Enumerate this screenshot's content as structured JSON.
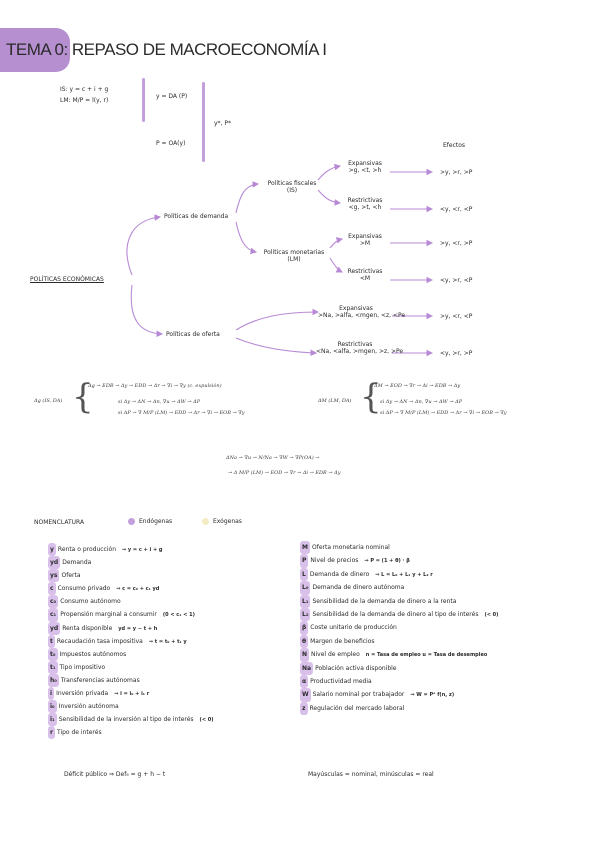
{
  "header": {
    "title": "TEMA 0: REPASO DE MACROECONOMÍA I"
  },
  "models": {
    "is": "IS: y = c + i + g",
    "lm": "LM: M/P = l(y, r)",
    "da": "y = DA (P)",
    "oa": "P = OA(y)",
    "eq": "y*, P*"
  },
  "tree": {
    "root": "POLÍTICAS ECONÓMICAS",
    "demand": "Políticas de demanda",
    "supply": "Políticas de oferta",
    "fiscal": [
      "Políticas fiscales",
      "(IS)"
    ],
    "monetary": [
      "Políticas monetarias",
      "(LM)"
    ],
    "effects_header": "Efectos",
    "leaves": [
      {
        "l1": "Expansivas",
        "l2": ">g, <t, >h",
        "effect": ">y, >r, >P"
      },
      {
        "l1": "Restrictivas",
        "l2": "<g, >t, <h",
        "effect": "<y, <r, <P"
      },
      {
        "l1": "Expansivas",
        "l2": ">M",
        "effect": ">y, <r, >P"
      },
      {
        "l1": "Restrictivas",
        "l2": "<M",
        "effect": "<y, >r, <P"
      },
      {
        "l1": "Expansivas",
        "l2": ">Na, >alfa, <mgen, <z, <Pe",
        "effect": ">y, <r, <P"
      },
      {
        "l1": "Restrictivas",
        "l2": "<Na, <alfa, >mgen, >z, >Pe",
        "effect": "<y, >r, >P"
      }
    ]
  },
  "formulas": {
    "fiscal_label": "Δg (IS, DA)",
    "fiscal_lines": [
      "Δg → EDB → Δy → EDD → Δr → ∇i → ∇y (c. expulsión)",
      "si Δy → ΔN → Δn, ∇u → ΔW → ΔP",
      "si ΔP → ∇ M/P (LM) → EDD → Δr → ∇i → EOB → ∇y"
    ],
    "monetary_label": "ΔM (LM, DA)",
    "monetary_lines": [
      "ΔM → EOD → ∇r → Δi → EDB → Δy",
      "si Δy → ΔN → Δn, ∇u → ΔW → ΔP",
      "si ΔP → ∇ M/P (LM) → EDD → Δr → ∇i → EOB → ∇y"
    ],
    "supply_lines": [
      "ΔNa → ∇u → N/Na → ∇W → ∇P(OA) →",
      "→ Δ M/P (LM) → EOD → ∇r → Δi → EDB → Δy"
    ]
  },
  "nomenclature": {
    "title": "NOMENCLATURA",
    "endogenous": "Endógenas",
    "exogenous": "Exógenas",
    "endo_color": "#c39fdb",
    "exo_color": "#f3ecc4",
    "left": [
      {
        "sym": "y",
        "text": "Renta o producción",
        "note": "⇒ y = c + i + g"
      },
      {
        "sym": "yd",
        "text": "Demanda",
        "note": ""
      },
      {
        "sym": "ys",
        "text": "Oferta",
        "note": ""
      },
      {
        "sym": "c",
        "text": "Consumo privado",
        "note": "⇒ c = c₀ + c₁ yd"
      },
      {
        "sym": "c₀",
        "text": "Consumo autónomo",
        "note": ""
      },
      {
        "sym": "c₁",
        "text": "Propensión marginal a consumir",
        "note": "(0 < c₁ < 1)"
      },
      {
        "sym": "yd",
        "text": "Renta disponible",
        "note": "yd = y − t + h"
      },
      {
        "sym": "t",
        "text": "Recaudación tasa impositiva",
        "note": "⇒ t = t₀ + t₁ y"
      },
      {
        "sym": "t₀",
        "text": "Impuestos autónomos",
        "note": ""
      },
      {
        "sym": "t₁",
        "text": "Tipo impositivo",
        "note": ""
      },
      {
        "sym": "h₀",
        "text": "Transferencias autónomas",
        "note": ""
      },
      {
        "sym": "i",
        "text": "Inversión privada",
        "note": "⇒ i = i₀ + i₁ r"
      },
      {
        "sym": "i₀",
        "text": "Inversión autónoma",
        "note": ""
      },
      {
        "sym": "i₁",
        "text": "Sensibilidad de la inversión al tipo de interés",
        "note": "(< 0)"
      },
      {
        "sym": "r",
        "text": "Tipo de interés",
        "note": ""
      }
    ],
    "right": [
      {
        "sym": "M",
        "text": "Oferta monetaria nominal",
        "note": ""
      },
      {
        "sym": "P",
        "text": "Nivel de precios",
        "note": "⇒ P = (1 + θ) · β"
      },
      {
        "sym": "L",
        "text": "Demanda de dinero",
        "note": "⇒ L = L₀ + L₁ y + L₂ r"
      },
      {
        "sym": "L₀",
        "text": "Demanda de dinero autónoma",
        "note": ""
      },
      {
        "sym": "L₁",
        "text": "Sensibilidad de la demanda de dinero a la renta",
        "note": ""
      },
      {
        "sym": "L₂",
        "text": "Sensibilidad de la demanda de dinero al tipo de interés",
        "note": "(< 0)"
      },
      {
        "sym": "β",
        "text": "Coste unitario de producción",
        "note": ""
      },
      {
        "sym": "θ",
        "text": "Margen de beneficios",
        "note": ""
      },
      {
        "sym": "N",
        "text": "Nivel de empleo",
        "note": "n = Tasa de empleo    u = Tasa de desempleo"
      },
      {
        "sym": "Na",
        "text": "Población activa disponible",
        "note": ""
      },
      {
        "sym": "α",
        "text": "Productividad media",
        "note": ""
      },
      {
        "sym": "W",
        "text": "Salario nominal por trabajador",
        "note": "⇒ W = Pᵉ f(n, z)"
      },
      {
        "sym": "z",
        "text": "Regulación del mercado laboral",
        "note": ""
      }
    ]
  },
  "footer": {
    "deficit": "Déficit público  ⇒ Def₉ = g + h − t",
    "note": "Mayúsculas = nominal, minúsculas = real"
  }
}
